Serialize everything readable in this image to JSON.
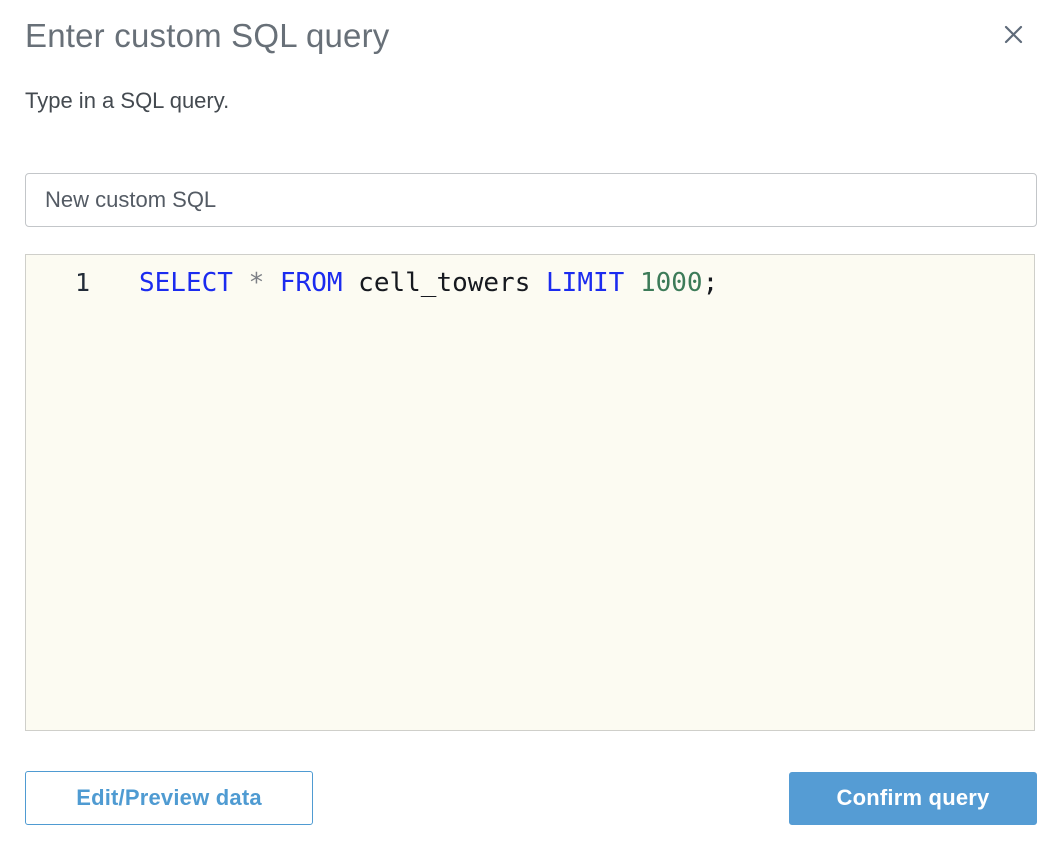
{
  "dialog": {
    "title": "Enter custom SQL query",
    "description": "Type in a SQL query."
  },
  "name_input": {
    "value": "New custom SQL"
  },
  "editor": {
    "query": "SELECT * FROM cell_towers LIMIT 1000;",
    "lines": [
      {
        "number": "1",
        "tokens": [
          {
            "text": "SELECT",
            "type": "keyword"
          },
          {
            "text": " ",
            "type": "space"
          },
          {
            "text": "*",
            "type": "operator"
          },
          {
            "text": " ",
            "type": "space"
          },
          {
            "text": "FROM",
            "type": "keyword"
          },
          {
            "text": " ",
            "type": "space"
          },
          {
            "text": "cell_towers",
            "type": "identifier"
          },
          {
            "text": " ",
            "type": "space"
          },
          {
            "text": "LIMIT",
            "type": "keyword"
          },
          {
            "text": " ",
            "type": "space"
          },
          {
            "text": "1000",
            "type": "number"
          },
          {
            "text": ";",
            "type": "punctuation"
          }
        ]
      }
    ]
  },
  "buttons": {
    "edit_preview": "Edit/Preview data",
    "confirm": "Confirm query"
  },
  "icons": {
    "close": "close-icon"
  },
  "colors": {
    "title_text": "#687078",
    "body_text": "#444a50",
    "input_text": "#545b64",
    "primary_button_bg": "#559cd4",
    "primary_button_text": "#ffffff",
    "secondary_button_accent": "#4f9bd2",
    "editor_bg": "#fcfbf2",
    "syntax_keyword": "#1b2bef",
    "syntax_number": "#3c7b58",
    "syntax_operator": "#7d8086",
    "syntax_identifier": "#16191f"
  }
}
